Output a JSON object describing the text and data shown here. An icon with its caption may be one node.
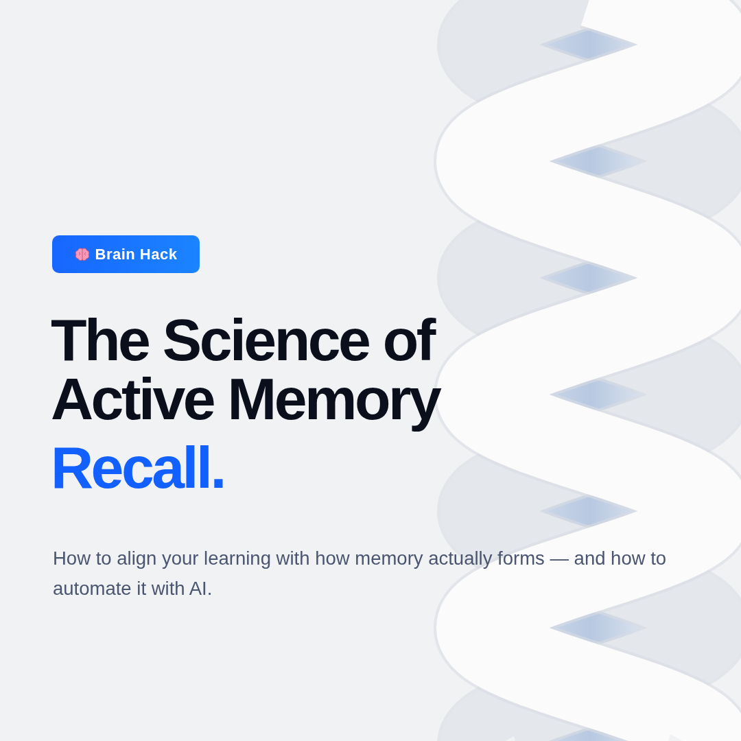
{
  "diagram": {
    "title": "The Science of Active Memory",
    "nodes": [
      {
        "text": [
          "Brain Hack"
        ]
      }
    ],
    "labels": [
      "Recall.",
      "How to align your learning with how memory actually forms — and how to automate it with AI."
    ]
  }
}
